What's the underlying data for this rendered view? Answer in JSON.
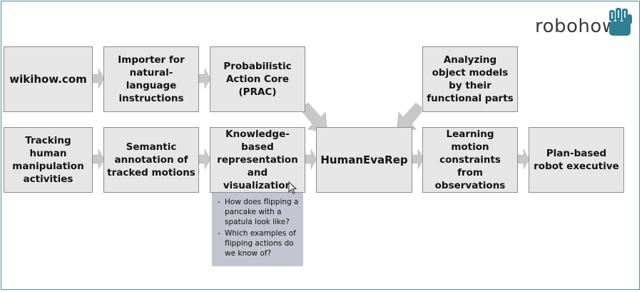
{
  "logo": {
    "text": "robohow"
  },
  "boxes": {
    "wikihow": "wikihow.com",
    "importer": "Importer for natural-language instructions",
    "prac": "Probabilistic Action Core (PRAC)",
    "analyzing": "Analyzing object models by their functional parts",
    "tracking": "Tracking human manipulation activities",
    "semantic": "Semantic annotation of tracked motions",
    "knowledge": "Knowledge-based representation and visualization",
    "humanevarep": "HumanEvaRep",
    "learning": "Learning motion constraints from observations",
    "planbased": "Plan-based robot executive"
  },
  "callout": {
    "items": [
      "How does flipping a pancake with a spatula look like?",
      "Which examples of flipping actions do we know of?"
    ]
  },
  "colors": {
    "box_fill": "#e6e6e6",
    "callout_fill": "#c5c5d1",
    "arrow_fill": "#c8c8c8",
    "logo_accent": "#2e7f91"
  }
}
